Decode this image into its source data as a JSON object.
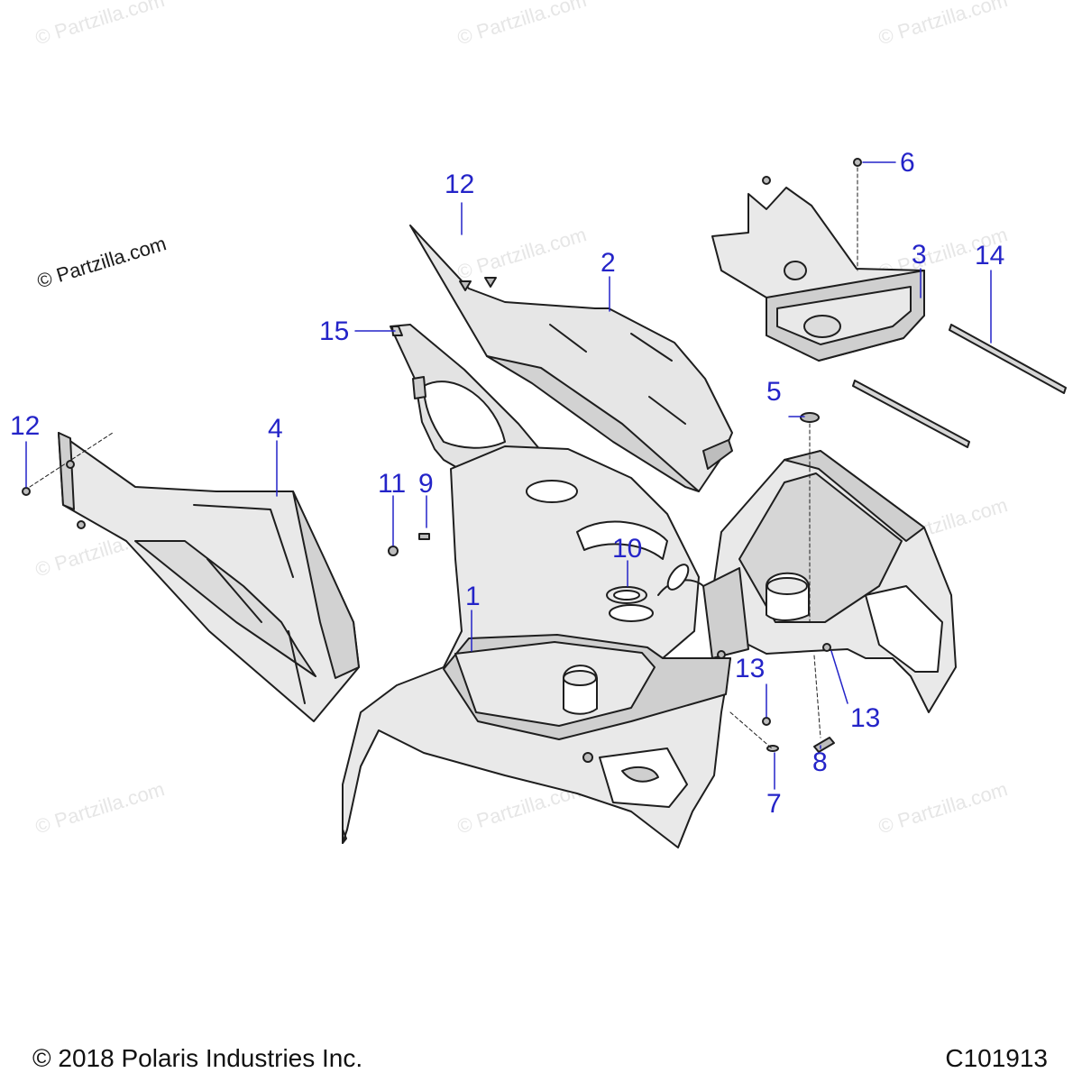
{
  "colors": {
    "callout": "#2424c8",
    "part_fill": "#e9e9e9",
    "part_shade": "#cfcfcf",
    "part_dark": "#bdbdbd",
    "outline": "#1e1e1e",
    "watermark": "#e6e6e6"
  },
  "watermark_text": "© Partzilla.com",
  "copyright_mark": "© Partzilla.com",
  "callouts": {
    "c1": "1",
    "c2": "2",
    "c3": "3",
    "c4": "4",
    "c5": "5",
    "c6": "6",
    "c7": "7",
    "c8": "8",
    "c9": "9",
    "c10": "10",
    "c11": "11",
    "c12a": "12",
    "c12b": "12",
    "c13a": "13",
    "c13b": "13",
    "c14": "14",
    "c15": "15"
  },
  "footer": {
    "copyright": "© 2018 Polaris Industries Inc.",
    "drawing_number": "C101913"
  }
}
